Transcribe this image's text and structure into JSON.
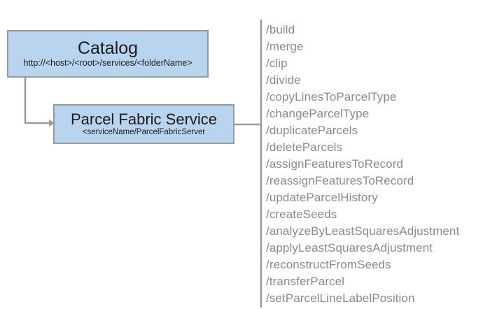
{
  "diagram": {
    "title": "Parcel Fabric Service REST API diagram",
    "background_color": "#ffffff",
    "box_fill_color": "#b8d4ef",
    "box_border_color": "#9a9a9a",
    "connector_color": "#9a9a9a",
    "operation_text_color": "#8a8a8a",
    "title_text_color": "#1b1b1b"
  },
  "nodes": {
    "catalog": {
      "title": "Catalog",
      "subtitle": "http://<host>/<root>/services/<folderName>"
    },
    "service": {
      "title": "Parcel Fabric Service",
      "subtitle": "<serviceName/ParcelFabricServer"
    }
  },
  "operations": [
    {
      "label": "/build"
    },
    {
      "label": "/merge"
    },
    {
      "label": "/clip"
    },
    {
      "label": "/divide"
    },
    {
      "label": "/copyLinesToParcelType"
    },
    {
      "label": "/changeParcelType"
    },
    {
      "label": "/duplicateParcels"
    },
    {
      "label": "/deleteParcels"
    },
    {
      "label": "/assignFeaturesToRecord"
    },
    {
      "label": "/reassignFeaturesToRecord"
    },
    {
      "label": "/updateParcelHistory"
    },
    {
      "label": "/createSeeds"
    },
    {
      "label": "/analyzeByLeastSquaresAdjustment"
    },
    {
      "label": "/applyLeastSquaresAdjustment"
    },
    {
      "label": "/reconstructFromSeeds"
    },
    {
      "label": "/transferParcel"
    },
    {
      "label": "/setParcelLineLabelPosition"
    }
  ]
}
